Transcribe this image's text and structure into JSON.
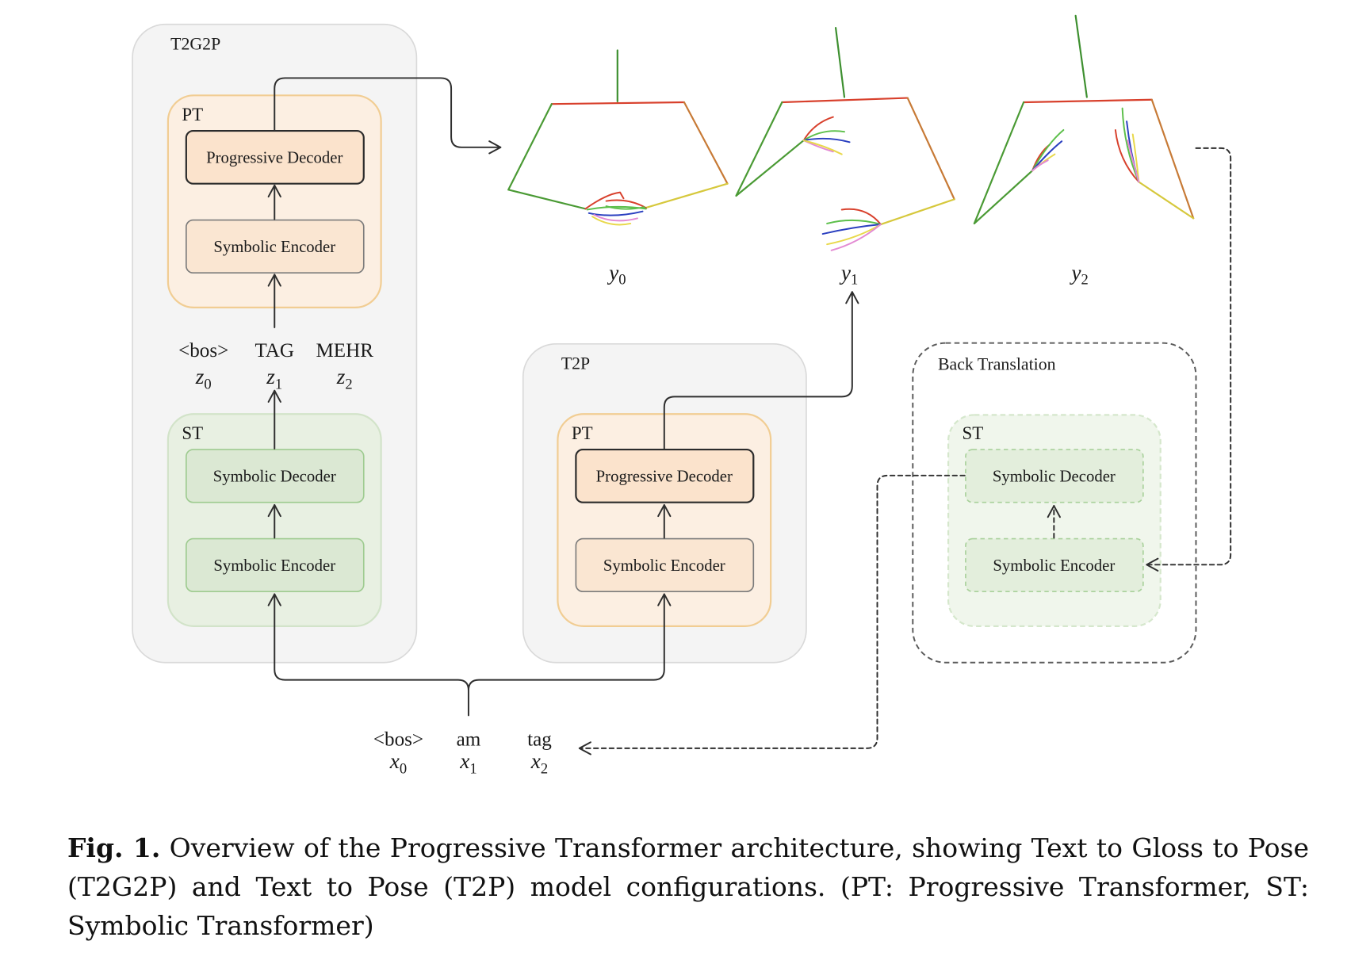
{
  "t2g2p": {
    "label": "T2G2P",
    "pt": {
      "label": "PT",
      "progressive_decoder": "Progressive Decoder",
      "symbolic_encoder": "Symbolic Encoder"
    },
    "gloss": [
      {
        "token": "<bos>",
        "var": "z",
        "sub": "0"
      },
      {
        "token": "TAG",
        "var": "z",
        "sub": "1"
      },
      {
        "token": "MEHR",
        "var": "z",
        "sub": "2"
      }
    ],
    "st": {
      "label": "ST",
      "symbolic_decoder": "Symbolic Decoder",
      "symbolic_encoder": "Symbolic Encoder"
    }
  },
  "t2p": {
    "label": "T2P",
    "pt": {
      "label": "PT",
      "progressive_decoder": "Progressive Decoder",
      "symbolic_encoder": "Symbolic Encoder"
    }
  },
  "back_translation": {
    "label": "Back Translation",
    "st": {
      "label": "ST",
      "symbolic_decoder": "Symbolic Decoder",
      "symbolic_encoder": "Symbolic Encoder"
    }
  },
  "poses": [
    {
      "var": "y",
      "sub": "0"
    },
    {
      "var": "y",
      "sub": "1"
    },
    {
      "var": "y",
      "sub": "2"
    }
  ],
  "inputs": [
    {
      "token": "<bos>",
      "var": "x",
      "sub": "0"
    },
    {
      "token": "am",
      "var": "x",
      "sub": "1"
    },
    {
      "token": "tag",
      "var": "x",
      "sub": "2"
    }
  ],
  "caption": {
    "prefix": "Fig. 1.",
    "text": "Overview of the Progressive Transformer architecture, showing Text to Gloss to Pose (T2G2P) and Text to Pose (T2P) model configurations. (PT: Progressive Transformer, ST: Symbolic Transformer)"
  },
  "colors": {
    "pt_label": "#e0a33a",
    "st_label": "#7fae6e",
    "back_translation_border": "#5a5a5a"
  }
}
